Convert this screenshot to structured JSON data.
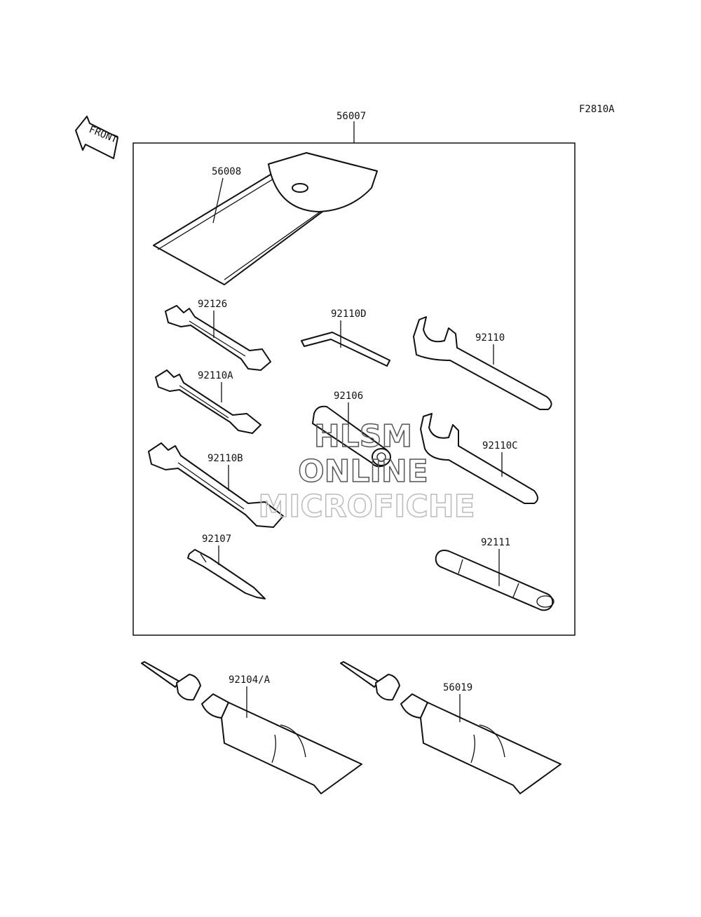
{
  "figure": {
    "code": "F2810A",
    "front_label": "FRONT"
  },
  "parts": {
    "kit": "56007",
    "pouch": "56008",
    "wrench_a": "92126",
    "wrench_b": "92110A",
    "wrench_c": "92110B",
    "hex_key": "92110D",
    "socket": "92106",
    "hook_wrench_a": "92110",
    "hook_wrench_b": "92110C",
    "screwdriver": "92107",
    "handle": "92111",
    "grease_tube_a": "92104/A",
    "grease_tube_b": "56019"
  },
  "watermark": {
    "line1": "HLSM",
    "line2": "ONLINE",
    "line3": "MICROFICHE"
  }
}
